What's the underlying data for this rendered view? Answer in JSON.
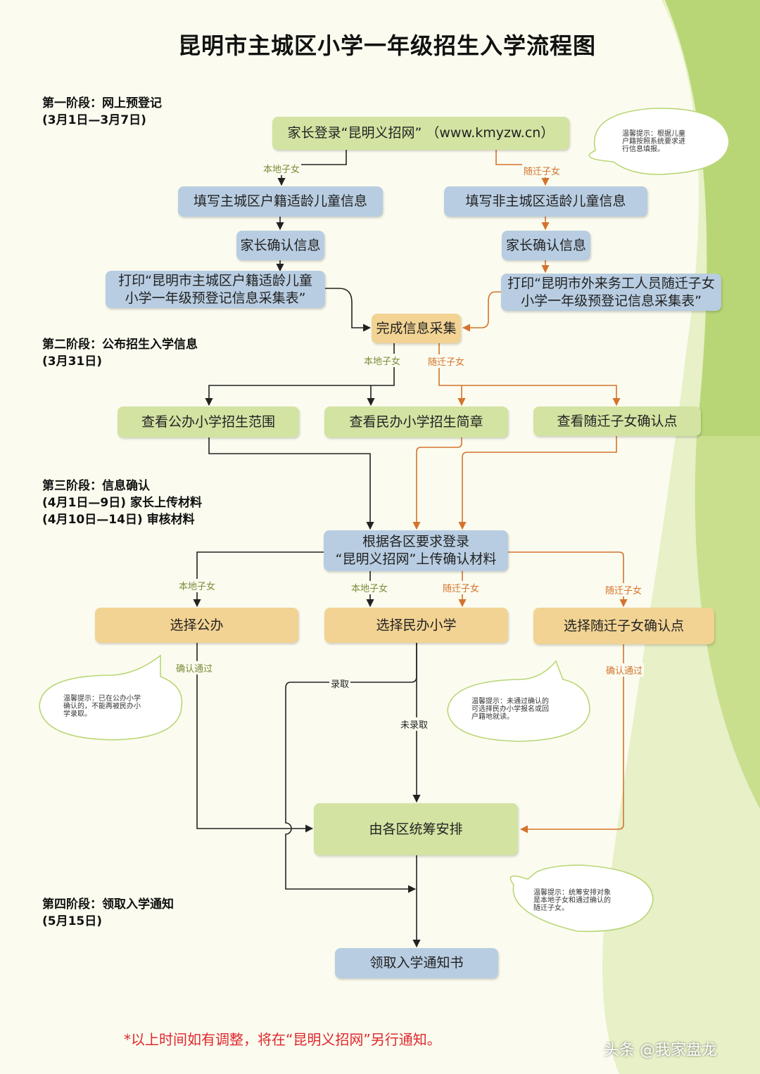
{
  "title": "昆明市主城区小学一年级招生入学流程图",
  "stages": {
    "s1": {
      "name": "第一阶段：网上预登记",
      "date": "(3月1日—3月7日)"
    },
    "s2": {
      "name": "第二阶段：公布招生入学信息",
      "date": "(3月31日)"
    },
    "s3": {
      "name": "第三阶段：信息确认",
      "d1": "(4月1日—9日) 家长上传材料",
      "d2": "(4月10日—14日) 审核材料"
    },
    "s4": {
      "name": "第四阶段：领取入学通知",
      "date": "(5月15日)"
    }
  },
  "nodes": {
    "login": "家长登录“昆明义招网” （www.kmyzw.cn）",
    "fill_local": "填写主城区户籍适龄儿童信息",
    "fill_migrant": "填写非主城区适龄儿童信息",
    "confirm_local": "家长确认信息",
    "confirm_migrant": "家长确认信息",
    "print_local_1": "打印“昆明市主城区户籍适龄儿童",
    "print_local_2": "小学一年级预登记信息采集表”",
    "print_migrant_1": "打印“昆明市外来务工人员随迁子女",
    "print_migrant_2": "小学一年级预登记信息采集表”",
    "complete": "完成信息采集",
    "view_public": "查看公办小学招生范围",
    "view_private": "查看民办小学招生简章",
    "view_migrant": "查看随迁子女确认点",
    "upload_1": "根据各区要求登录",
    "upload_2": "“昆明义招网”上传确认材料",
    "choose_public": "选择公办",
    "choose_private": "选择民办小学",
    "choose_migrant": "选择随迁子女确认点",
    "district": "由各区统筹安排",
    "notice": "领取入学通知书"
  },
  "edge_labels": {
    "local": "本地子女",
    "migrant": "随迁子女",
    "confirmed": "确认通过",
    "admitted": "录取",
    "not_admitted": "未录取"
  },
  "tips": {
    "t1": [
      "温馨提示：根据儿童",
      "户籍按照系统要求进",
      "行信息填报。"
    ],
    "t2": [
      "温馨提示：已在公办小学",
      "确认的，不能再被民办小",
      "学录取。"
    ],
    "t3": [
      "温馨提示：未通过确认的",
      "可选择民办小学报名或回",
      "户籍地就读。"
    ],
    "t4": [
      "温馨提示：统筹安排对象",
      "是本地子女和通过确认的",
      "随迁子女。"
    ]
  },
  "footer_note": "*以上时间如有调整，将在“昆明义招网”另行通知。",
  "watermark": "头条 @我家盘龙",
  "colors": {
    "green": "#d3e3a2",
    "blue": "#b8cde1",
    "orange": "#f2d393",
    "arrow_orange": "#d4732e",
    "note_red": "#e0262d"
  }
}
